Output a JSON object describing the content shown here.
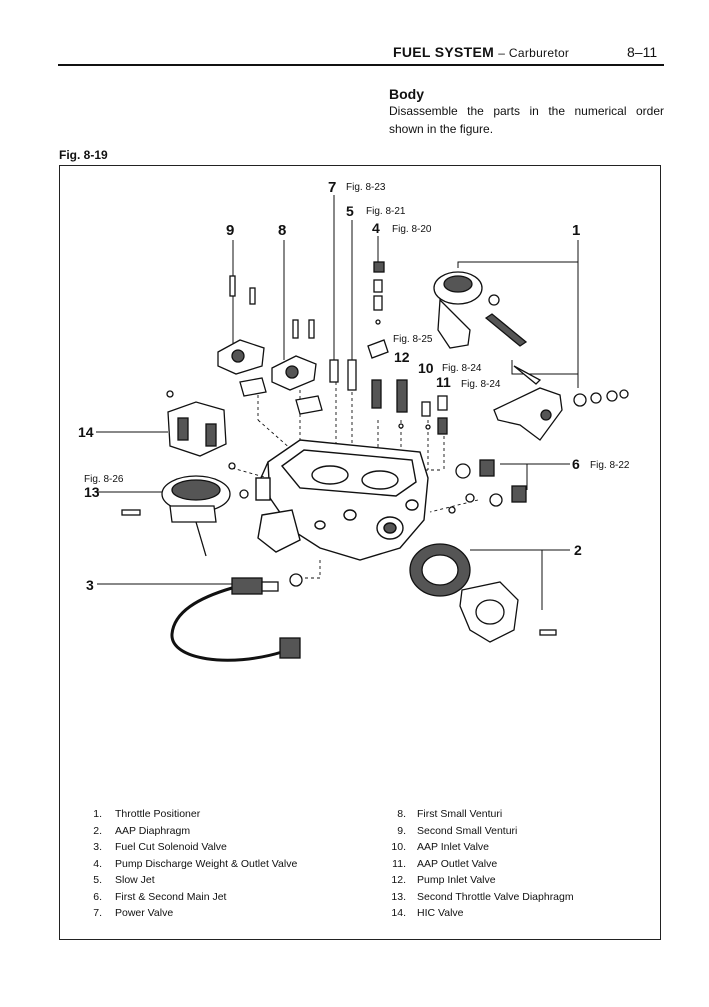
{
  "header": {
    "title": "FUEL SYSTEM",
    "subtitle": "– Carburetor",
    "page": "8–11"
  },
  "intro": {
    "heading": "Body",
    "text": "Disassemble the parts in the numerical order shown in the figure."
  },
  "figure": {
    "id": "Fig. 8-19",
    "callouts": [
      {
        "number": "7",
        "ref": "Fig. 8-23"
      },
      {
        "number": "5",
        "ref": "Fig. 8-21"
      },
      {
        "number": "4",
        "ref": "Fig. 8-20"
      },
      {
        "number": "12",
        "ref": "Fig. 8-25"
      },
      {
        "number": "10",
        "ref": "Fig. 8-24"
      },
      {
        "number": "11",
        "ref": "Fig. 8-24"
      },
      {
        "number": "6",
        "ref": "Fig. 8-22"
      },
      {
        "number": "13",
        "ref": "Fig. 8-26"
      },
      {
        "number": "9",
        "ref": ""
      },
      {
        "number": "8",
        "ref": ""
      },
      {
        "number": "1",
        "ref": ""
      },
      {
        "number": "14",
        "ref": ""
      },
      {
        "number": "2",
        "ref": ""
      },
      {
        "number": "3",
        "ref": ""
      }
    ]
  },
  "parts_left": [
    {
      "num": "1.",
      "name": "Throttle Positioner"
    },
    {
      "num": "2.",
      "name": "AAP Diaphragm"
    },
    {
      "num": "3.",
      "name": "Fuel Cut Solenoid Valve"
    },
    {
      "num": "4.",
      "name": "Pump Discharge Weight & Outlet Valve"
    },
    {
      "num": "5.",
      "name": "Slow Jet"
    },
    {
      "num": "6.",
      "name": "First & Second Main Jet"
    },
    {
      "num": "7.",
      "name": "Power Valve"
    }
  ],
  "parts_right": [
    {
      "num": "8.",
      "name": "First Small Venturi"
    },
    {
      "num": "9.",
      "name": "Second Small Venturi"
    },
    {
      "num": "10.",
      "name": "AAP Inlet Valve"
    },
    {
      "num": "11.",
      "name": "AAP Outlet Valve"
    },
    {
      "num": "12.",
      "name": "Pump Inlet Valve"
    },
    {
      "num": "13.",
      "name": "Second Throttle Valve Diaphragm"
    },
    {
      "num": "14.",
      "name": "HIC Valve"
    }
  ],
  "colors": {
    "ink": "#111111",
    "paper": "#ffffff",
    "shade": "#555555"
  }
}
